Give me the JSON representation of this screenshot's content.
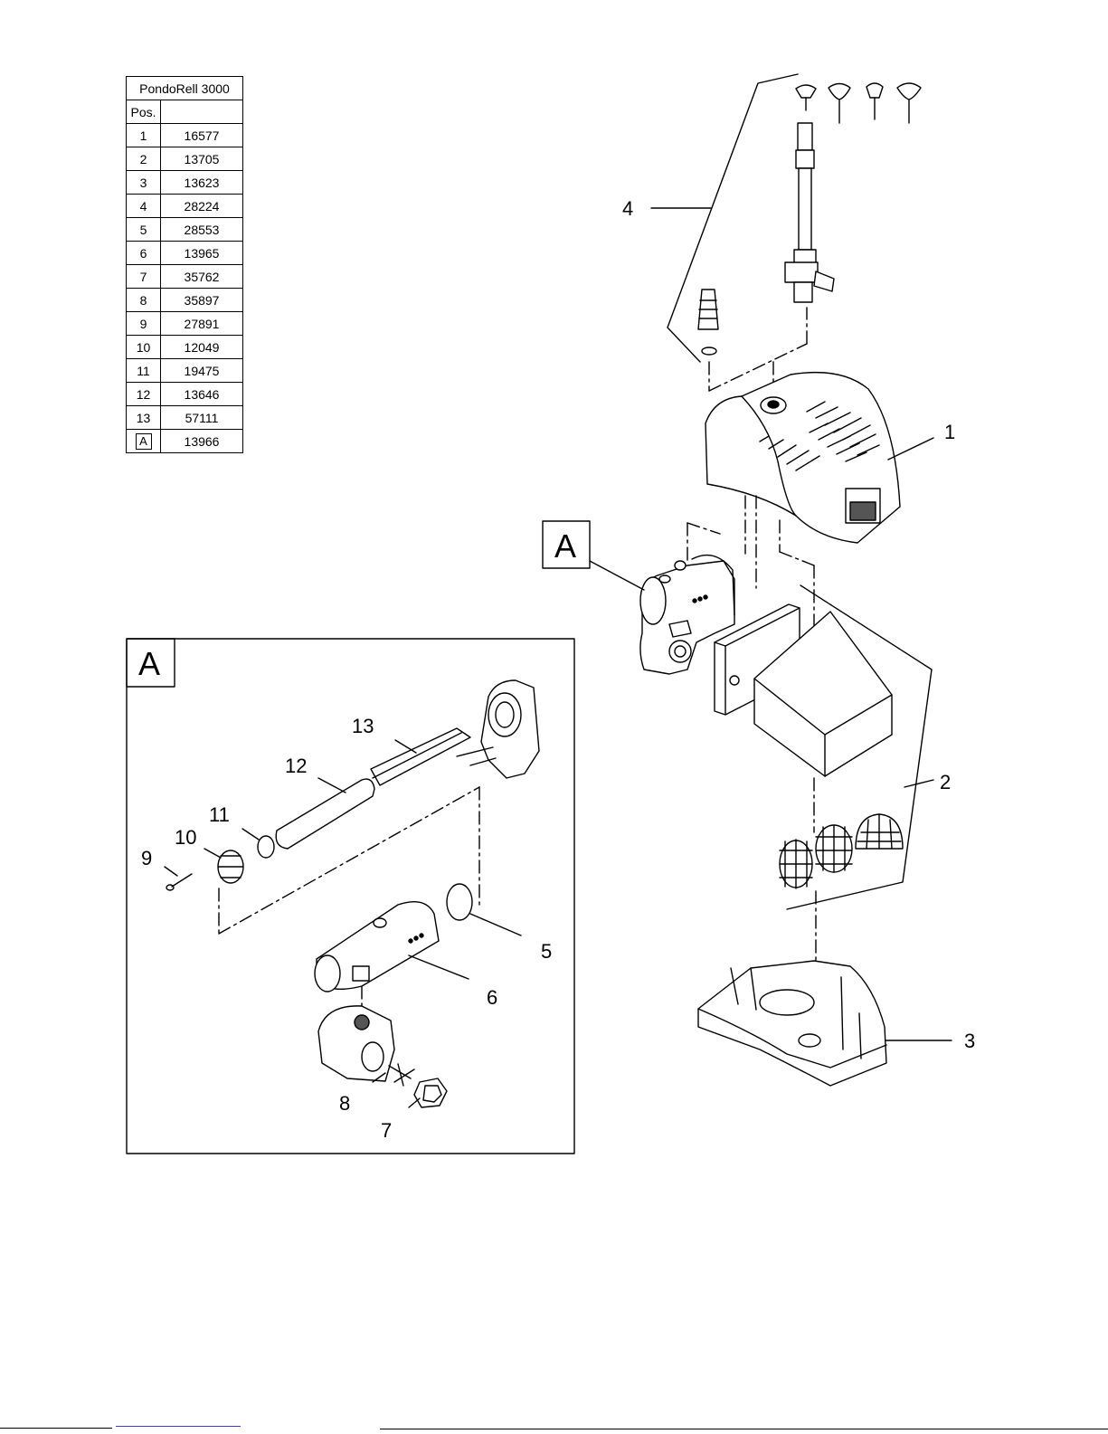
{
  "table": {
    "title": "PondoRell 3000",
    "pos_header": "Pos.",
    "rows": [
      {
        "pos": "1",
        "num": "16577"
      },
      {
        "pos": "2",
        "num": "13705"
      },
      {
        "pos": "3",
        "num": "13623"
      },
      {
        "pos": "4",
        "num": "28224"
      },
      {
        "pos": "5",
        "num": "28553"
      },
      {
        "pos": "6",
        "num": "13965"
      },
      {
        "pos": "7",
        "num": "35762"
      },
      {
        "pos": "8",
        "num": "35897"
      },
      {
        "pos": "9",
        "num": "27891"
      },
      {
        "pos": "10",
        "num": "12049"
      },
      {
        "pos": "11",
        "num": "19475"
      },
      {
        "pos": "12",
        "num": "13646"
      },
      {
        "pos": "13",
        "num": "57111"
      },
      {
        "pos": "A",
        "num": "13966"
      }
    ]
  },
  "callouts": {
    "c1": "1",
    "c2": "2",
    "c3": "3",
    "c4": "4",
    "c5": "5",
    "c6": "6",
    "c7": "7",
    "c8": "8",
    "c9": "9",
    "c10": "10",
    "c11": "11",
    "c12": "12",
    "c13": "13",
    "main_A": "A",
    "detail_A": "A"
  }
}
